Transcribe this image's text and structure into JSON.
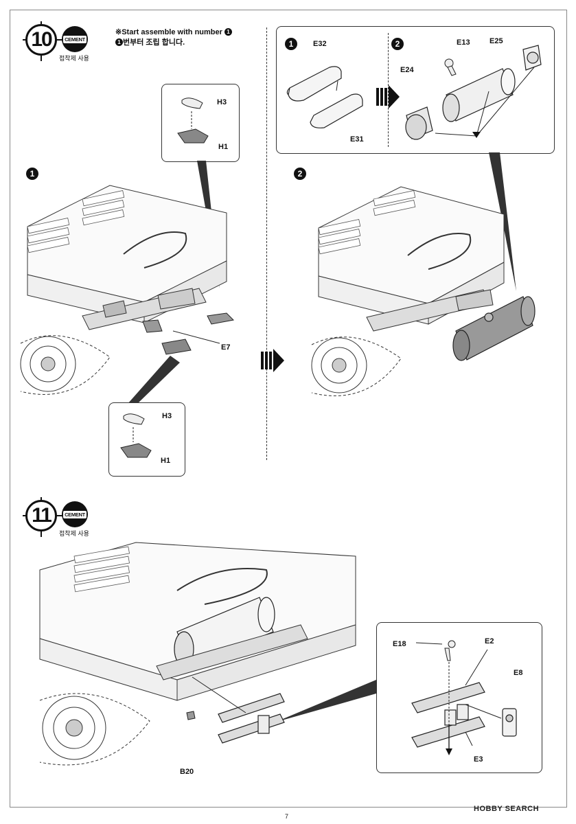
{
  "step10": {
    "number": "10",
    "cement": "CEMENT",
    "cement_note": "접착제 사용",
    "instruction_en": "※Start assemble with number",
    "instruction_ko": "번부터 조립 합니다.",
    "sub1": "1",
    "sub2": "2",
    "top_left_callout": {
      "labels": [
        "H3",
        "H1"
      ]
    },
    "bottom_callout": {
      "labels": [
        "H3",
        "H1"
      ]
    },
    "e7_label": "E7",
    "detail": {
      "sub1": "1",
      "sub2": "2",
      "labels_a": [
        "E32",
        "E31"
      ],
      "labels_b": [
        "E13",
        "E25",
        "E24"
      ]
    }
  },
  "step11": {
    "number": "11",
    "cement": "CEMENT",
    "cement_note": "접착제 사용",
    "b20_label": "B20",
    "detail_labels": [
      "E18",
      "E2",
      "E8",
      "E3"
    ]
  },
  "footer": {
    "page_number": "7",
    "watermark": "HOBBY SEARCH"
  }
}
